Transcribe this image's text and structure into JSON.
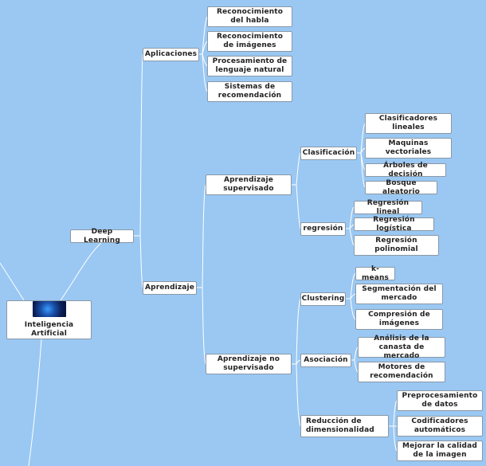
{
  "colors": {
    "background": "#9ac8f3",
    "connector": "#ffffff",
    "node_fill": "#ffffff"
  },
  "root": {
    "label": "Inteligencia Artificial",
    "image": "neural-brain-image"
  },
  "deep_learning": {
    "label": "Deep Learning",
    "aplicaciones": {
      "label": "Aplicaciones",
      "items": [
        "Reconocimiento del habla",
        "Reconocimiento de imágenes",
        "Procesamiento de lenguaje natural",
        "Sistemas de recomendación"
      ]
    },
    "aprendizaje": {
      "label": "Aprendizaje",
      "supervisado": {
        "label": "Aprendizaje supervisado",
        "clasificacion": {
          "label": "Clasificación",
          "items": [
            "Clasificadores lineales",
            "Maquinas vectoriales",
            "Árboles de decisión",
            "Bosque aleatorio"
          ]
        },
        "regresion": {
          "label": "regresión",
          "items": [
            "Regresión lineal",
            "Regresión logística",
            "Regresión polinomial"
          ]
        }
      },
      "no_supervisado": {
        "label": "Aprendizaje no supervisado",
        "clustering": {
          "label": "Clustering",
          "items": [
            "k-means",
            "Segmentación del mercado",
            "Compresión de imágenes"
          ]
        },
        "asociacion": {
          "label": "Asociación",
          "items": [
            "Análisis de la canasta de mercado",
            "Motores de recomendación"
          ]
        },
        "reduccion": {
          "label": "Reducción de dimensionalidad",
          "items": [
            "Preprocesamiento de datos",
            "Codificadores automáticos",
            "Mejorar la calidad de la imagen"
          ]
        }
      }
    }
  }
}
